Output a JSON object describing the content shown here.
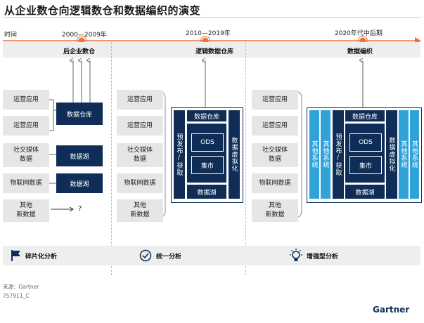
{
  "title": "从企业数仓向逻辑数仓和数据编织的演变",
  "timeline": {
    "axis_label": "时间",
    "periods": [
      "2000—2009年",
      "2010—2019年",
      "2020年代中后期"
    ],
    "phases": [
      "后企业数仓",
      "逻辑数据仓库",
      "数据编织"
    ]
  },
  "sources": {
    "ops": "运营应用",
    "social_1": "社交媒体",
    "social_2": "数据",
    "iot": "物联网数据",
    "other_1": "其他",
    "other_2": "新数据"
  },
  "col1": {
    "dw": "数据仓库",
    "lake": "数据湖",
    "unknown": "?"
  },
  "ldw": {
    "dw": "数据仓库",
    "ods": "ODS",
    "mart": "集市",
    "lake": "数据湖",
    "prepub": "预发布/获取",
    "virt": "数据虚拟化",
    "other": "其他系统"
  },
  "analysis": [
    "碎片化分析",
    "统一分析",
    "增强型分析"
  ],
  "footer": {
    "source": "来源：Gartner",
    "id": "757911_C",
    "brand": "Gartner"
  },
  "colors": {
    "navy": "#0f2d57",
    "orange": "#e8743b",
    "light_blue": "#2fa3d8",
    "gray": "#e6e6e6"
  }
}
